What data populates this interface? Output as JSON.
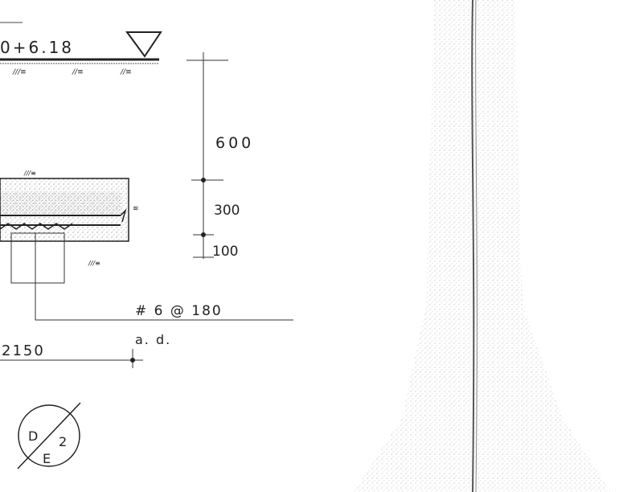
{
  "drawing": {
    "level_label": "0+6.18",
    "dimensions": {
      "d600": "600",
      "d300": "300",
      "d100": "100",
      "d2150": "2150"
    },
    "rebar_callout": "# 6 @ 180",
    "rebar_note": "a. d.",
    "section_marker": {
      "top": "D",
      "bottom": "E",
      "sheet": "2"
    },
    "ink_color": "#222222",
    "hatch_color": "#888888"
  }
}
